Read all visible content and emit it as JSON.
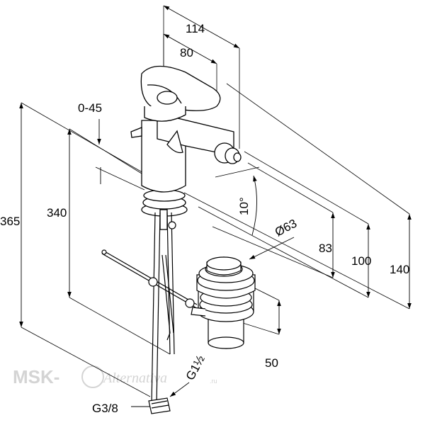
{
  "drawing": {
    "dimensions": {
      "width_total": "114",
      "width_spout": "80",
      "lever_range": "0-45",
      "height_total": "365",
      "height_body": "340",
      "spout_angle": "10°",
      "waste_diameter": "Ø63",
      "spout_height": "83",
      "height_100": "100",
      "height_140": "140",
      "waste_height": "50",
      "waste_thread": "G1½",
      "hose_thread": "G3/8"
    },
    "watermark": {
      "prefix": "MSK-",
      "script": "Alternativa",
      "suffix": ".ru"
    }
  },
  "colors": {
    "line": "#000000",
    "watermark": "#d4d4d4"
  }
}
